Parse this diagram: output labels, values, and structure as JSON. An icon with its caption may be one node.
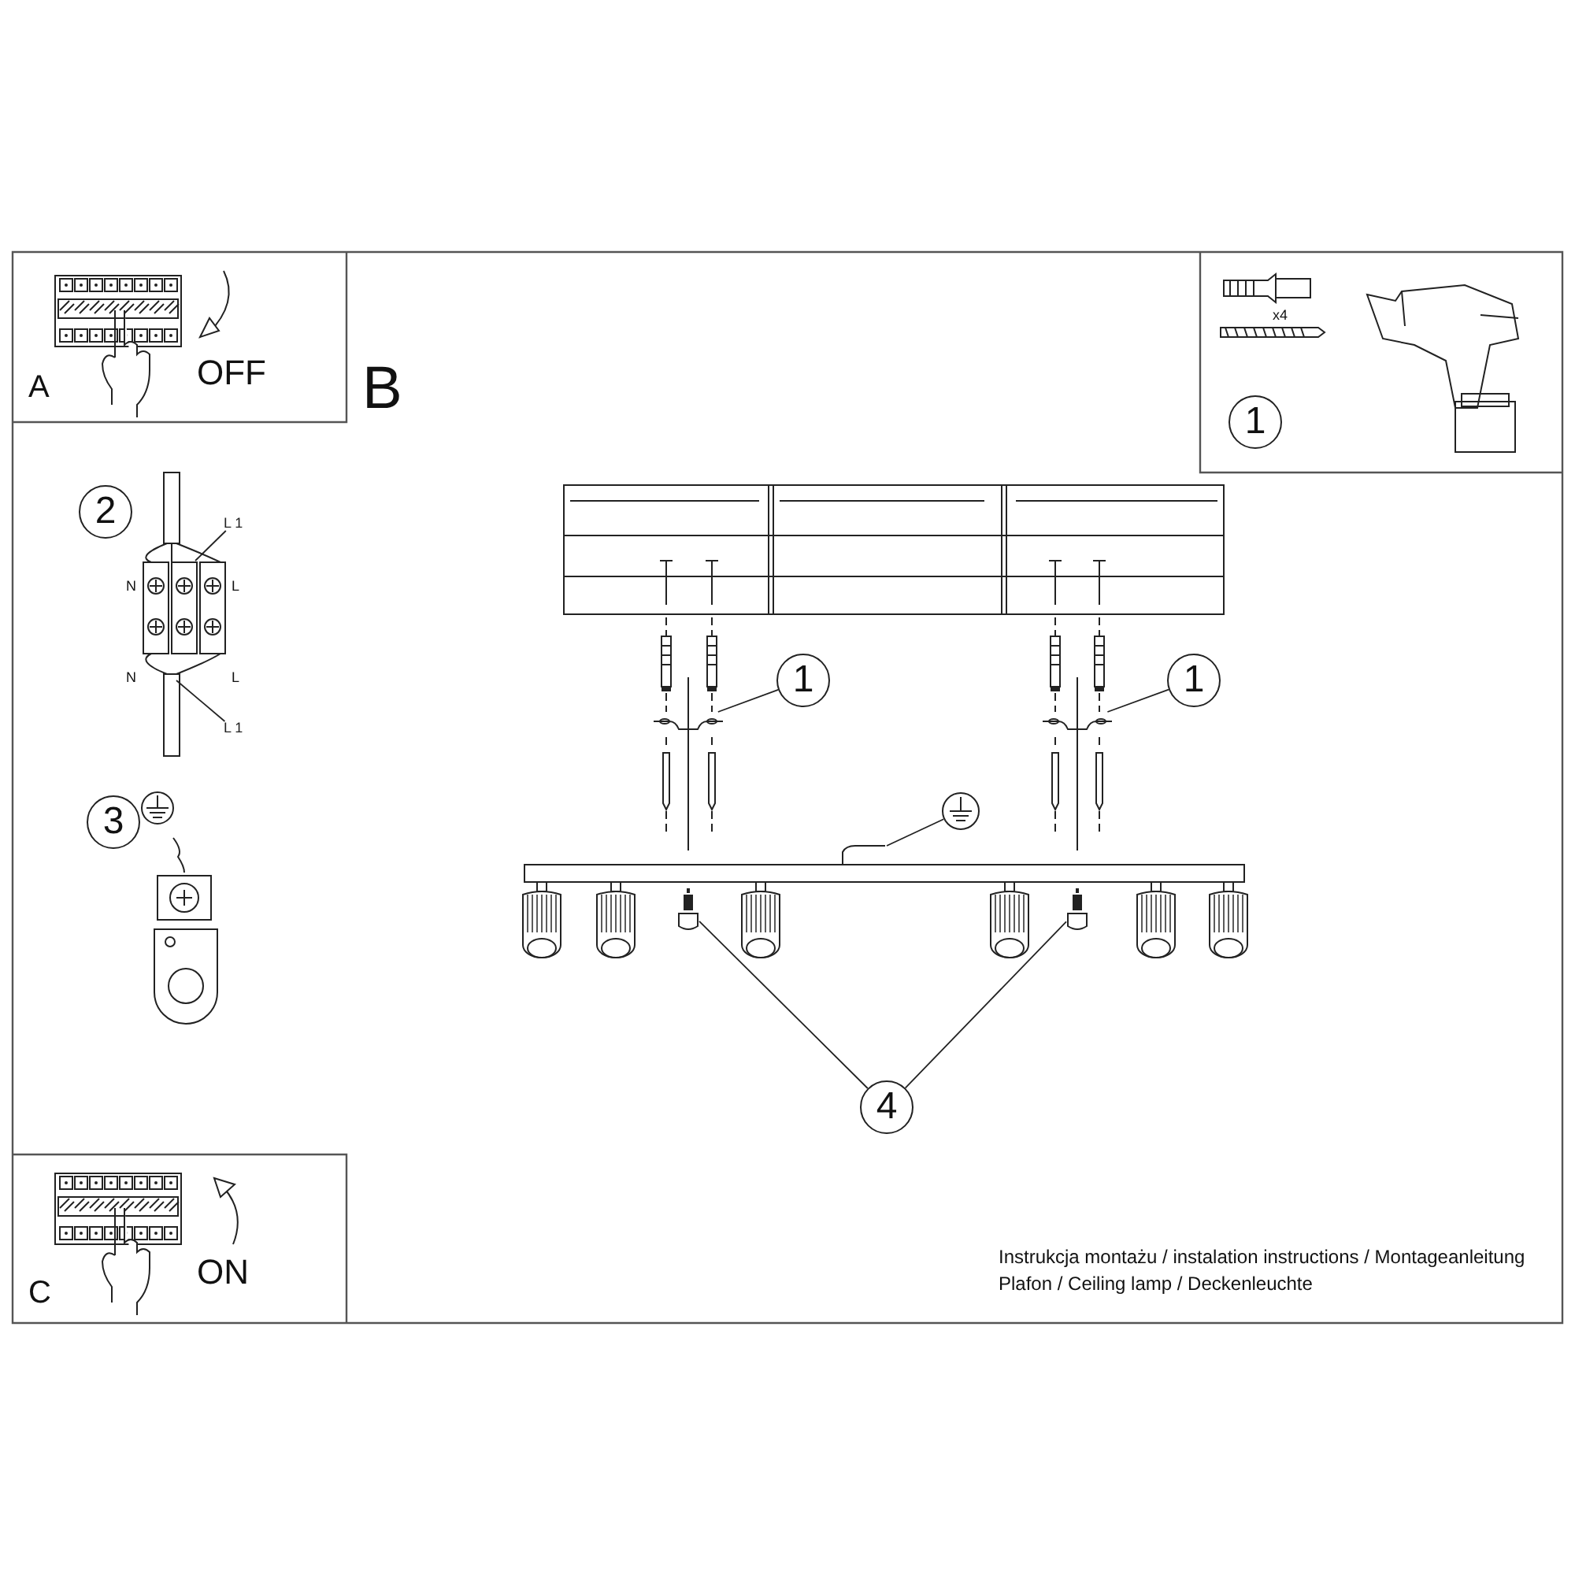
{
  "diagram": {
    "nodes": [
      {
        "text": [
          "1"
        ]
      },
      {
        "text": [
          "2"
        ]
      },
      {
        "text": [
          "L 1"
        ]
      },
      {
        "text": [
          "L 1"
        ]
      },
      {
        "text": [
          "3"
        ]
      },
      {
        "text": [
          "1"
        ]
      },
      {
        "text": [],
        "shape": "picture"
      },
      {
        "text": [
          "1"
        ]
      },
      {
        "text": [],
        "shape": "picture"
      },
      {
        "text": [],
        "shape": "circle"
      },
      {
        "text": [],
        "shape": "picture"
      },
      {
        "text": [],
        "shape": "picture"
      },
      {
        "text": [],
        "shape": "picture"
      },
      {
        "text": [
          "4"
        ]
      }
    ],
    "edges": [
      {
        "from": 5,
        "to": 6,
        "arrow": "none"
      },
      {
        "from": 7,
        "to": 8,
        "arrow": "none"
      },
      {
        "from": 13,
        "to": 11,
        "arrow": "none"
      },
      {
        "from": 13,
        "to": 12,
        "arrow": "none"
      },
      {
        "from": 9,
        "to": 10,
        "arrow": "none"
      },
      {
        "from": 2,
        "to": null,
        "arrow": "none"
      },
      {
        "from": 3,
        "to": null,
        "arrow": "none"
      }
    ],
    "labels": [
      "A",
      "OFF",
      "B",
      "x4",
      "N",
      "L",
      "N",
      "L",
      "C",
      "ON",
      "Instrukcja montażu / instalation instructions / Montageanleitung",
      "Plafon / Ceiling lamp / Deckenleuchte"
    ]
  }
}
